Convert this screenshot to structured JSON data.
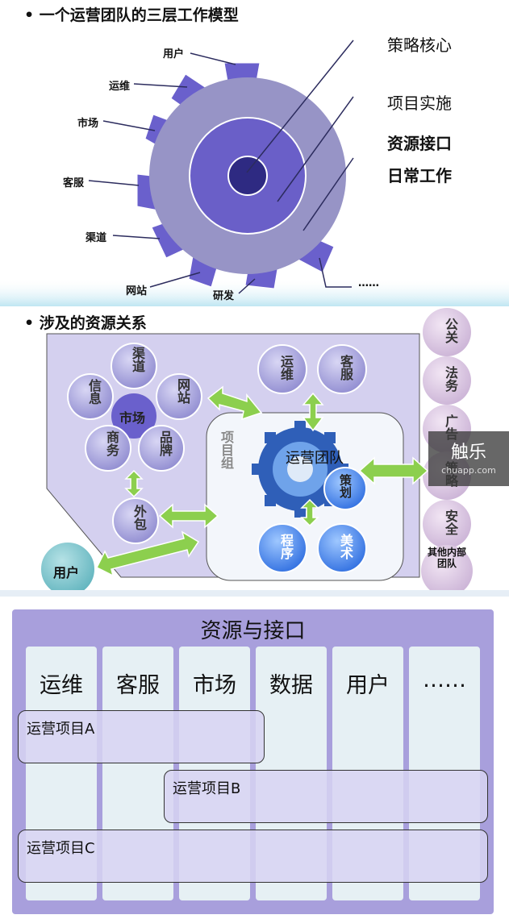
{
  "section1": {
    "title": "• 一个运营团队的三层工作模型",
    "teeth": [
      "用户",
      "运维",
      "市场",
      "客服",
      "渠道",
      "网站",
      "研发",
      "……"
    ],
    "callouts": {
      "core": "策略核心",
      "project": "项目实施",
      "resource": "资源接口",
      "daily": "日常工作"
    }
  },
  "section2": {
    "title": "• 涉及的资源关系",
    "market": {
      "center": "市场",
      "nodes": [
        "渠道",
        "网站",
        "品牌",
        "商务",
        "信息"
      ]
    },
    "outsource": "外包",
    "user": "用户",
    "project_group": "项目组",
    "ops_team": "运营团队",
    "inner": [
      "运维",
      "客服",
      "策划",
      "程序",
      "美术"
    ],
    "right_column": [
      "公关",
      "法务",
      "广告",
      "策略",
      "安全",
      "其他内部团队"
    ]
  },
  "section3": {
    "title": "资源与接口",
    "columns": [
      "运维",
      "客服",
      "市场",
      "数据",
      "用户",
      "……"
    ],
    "projects": [
      "运营项目A",
      "运营项目B",
      "运营项目C"
    ]
  },
  "watermark": {
    "main": "触乐",
    "sub": "chuapp.com"
  },
  "colors": {
    "gear_outer": "#9794c6",
    "gear_mid": "#6a5fc8",
    "gear_core": "#2e2a82",
    "tooth": "#6a60cc",
    "arrow": "#8ccf4e",
    "panel": "#a89fdc",
    "column": "#e6f0f4"
  }
}
